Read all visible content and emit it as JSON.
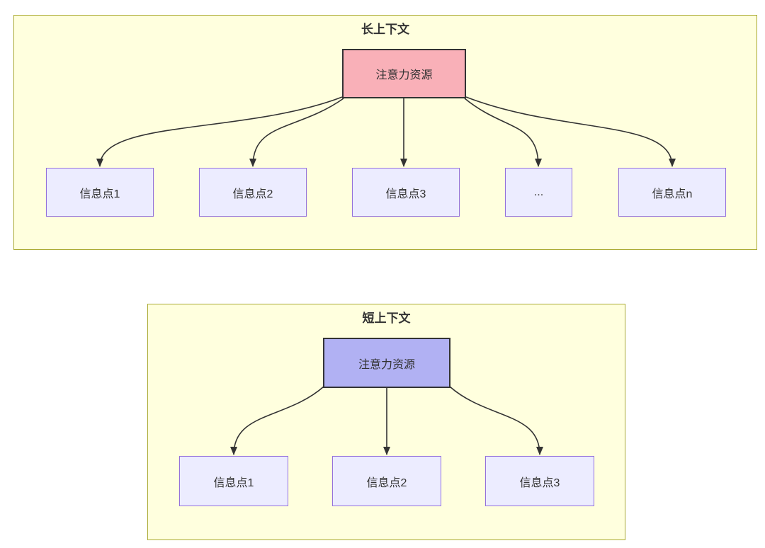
{
  "colors": {
    "cluster_fill": "#ffffde",
    "cluster_border": "#aaaa33",
    "node_fill": "#ECECFF",
    "node_border": "#9370DB",
    "attention_long_fill": "#f9b0b8",
    "attention_short_fill": "#b1b1f3",
    "attention_border": "#333333",
    "edge_color": "#333333",
    "text_color": "#333333"
  },
  "long_context": {
    "title": "长上下文",
    "attention_label": "注意力资源",
    "nodes": [
      "信息点1",
      "信息点2",
      "信息点3",
      "...",
      "信息点n"
    ]
  },
  "short_context": {
    "title": "短上下文",
    "attention_label": "注意力资源",
    "nodes": [
      "信息点1",
      "信息点2",
      "信息点3"
    ]
  }
}
